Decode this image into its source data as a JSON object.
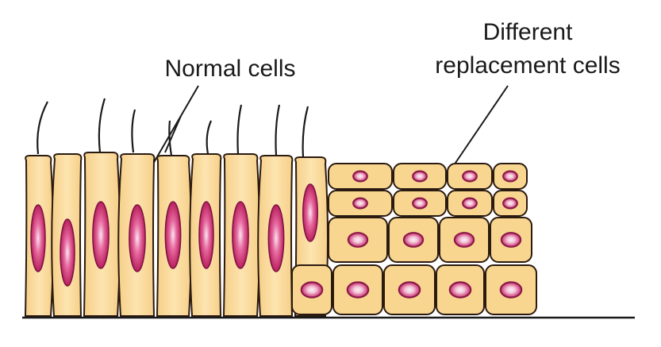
{
  "labels": {
    "normal_cells": "Normal cells",
    "different_line1": "Different",
    "different_line2": "replacement cells"
  },
  "colors": {
    "background": "#ffffff",
    "cell_fill": "#f9d690",
    "cell_highlight": "#fde6b4",
    "cell_outline": "#2a1a10",
    "nucleus_fill": "#c92a6b",
    "nucleus_center": "#f8e6f0",
    "cilia": "#1a1a1a",
    "text": "#1a1a1a"
  },
  "icons": {
    "columnar_cell": "columnar-epithelial-cell",
    "replacement_cell": "cuboidal-replacement-cell",
    "cilium": "cilium-line",
    "nucleus": "cell-nucleus"
  }
}
